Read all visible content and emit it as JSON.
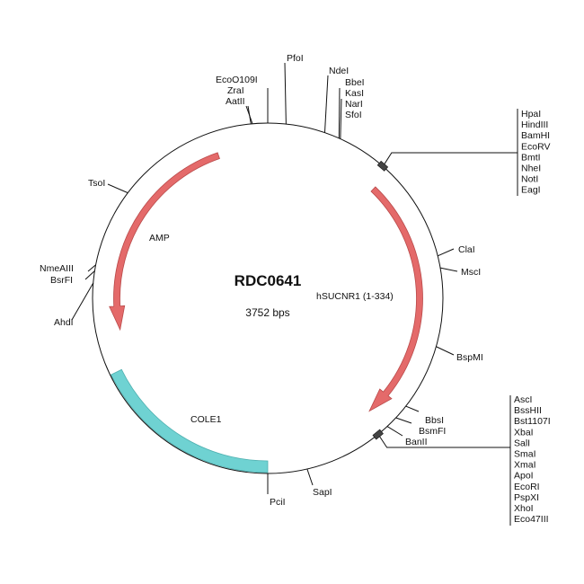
{
  "plasmid": {
    "name": "RDC0641",
    "size": "3752 bps"
  },
  "features": {
    "amp": {
      "label": "AMP",
      "color": "#e46a6a"
    },
    "insert": {
      "label": "hSUCNR1 (1-334)",
      "color": "#e46a6a"
    },
    "ori": {
      "label": "COLE1",
      "color": "#6fd2d2"
    }
  },
  "sites": {
    "top_left": [
      "EcoO109I",
      "ZraI",
      "AatII"
    ],
    "pfoi": "PfoI",
    "ndei": "NdeI",
    "top_right": [
      "BbeI",
      "KasI",
      "NarI",
      "SfoI"
    ],
    "mcs1": [
      "HpaI",
      "HindIII",
      "BamHI",
      "EcoRV",
      "BmtI",
      "NheI",
      "NotI",
      "EagI"
    ],
    "clai": "ClaI",
    "msci": "MscI",
    "bspmi": "BspMI",
    "mid_right": [
      "BbsI",
      "BsmFI",
      "BanII"
    ],
    "mcs2": [
      "AscI",
      "BssHII",
      "Bst1107I",
      "XbaI",
      "SalI",
      "SmaI",
      "XmaI",
      "ApoI",
      "EcoRI",
      "PspXI",
      "XhoI",
      "Eco47III"
    ],
    "sapi": "SapI",
    "pcii": "PciI",
    "ahdi": "AhdI",
    "left": [
      "NmeAIII",
      "BsrFI"
    ],
    "tsoi": "TsoI"
  }
}
